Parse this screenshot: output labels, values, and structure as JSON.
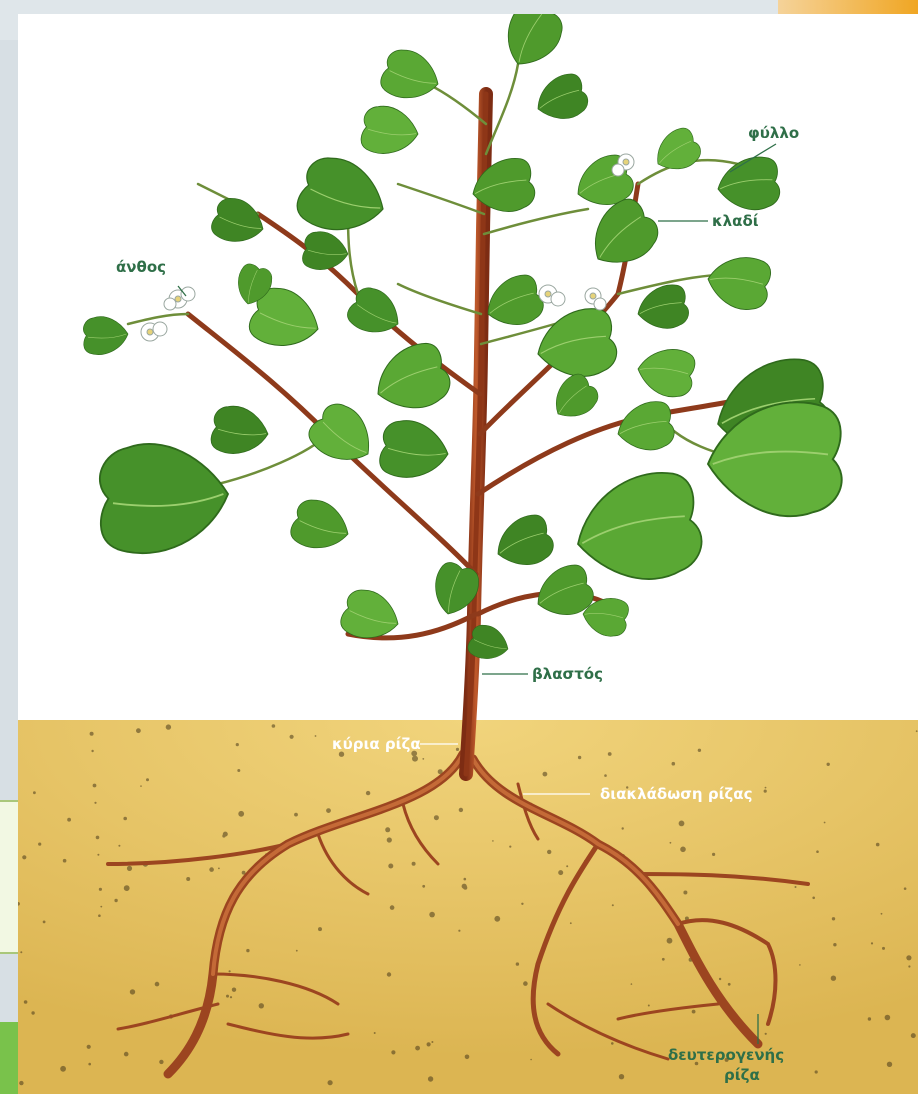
{
  "diagram": {
    "labels": {
      "leaf": "φύλλο",
      "branch": "κλαδί",
      "flower": "άνθος",
      "stem": "βλαστός",
      "main_root": "κύρια ρίζα",
      "root_branching": "διακλάδωση ρίζας",
      "secondary_root_line1": "δευτερογενής",
      "secondary_root_line2": "ρίζα"
    }
  },
  "colors": {
    "label_text": "#2f6f48",
    "soil": "#e8c765",
    "stem": "#a3441f",
    "leaf": "#4f9a2c",
    "root": "#b8572a"
  }
}
